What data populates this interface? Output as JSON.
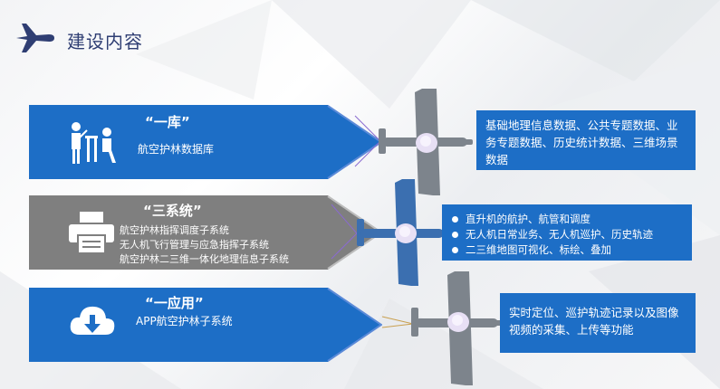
{
  "page": {
    "title": "建设内容"
  },
  "colors": {
    "blue": "#1d6ec6",
    "gray": "#7f7f7f",
    "navy": "#2f3e73",
    "plane": "#7d848c"
  },
  "cards": [
    {
      "title": "“一库”",
      "lines": [
        "航空护林数据库"
      ],
      "icon": "meeting-icon"
    },
    {
      "title": "“三系统”",
      "lines": [
        "航空护林指挥调度子系统",
        "无人机飞行管理与应急指挥子系统",
        "航空护林二三维一体化地理信息子系统"
      ],
      "icon": "printer-icon"
    },
    {
      "title": "“一应用”",
      "lines": [
        "APP航空护林子系统"
      ],
      "icon": "cloud-download-icon"
    }
  ],
  "info": {
    "library": "基础地理信息数据、公共专题数据、业务专题数据、历史统计数据、三维场景数据",
    "systems": [
      "直升机的航护、航管和调度",
      "无人机日常业务、无人机巡护、历史轨迹",
      "二三维地图可视化、标绘、叠加"
    ],
    "app": "实时定位、巡护轨迹记录以及图像视频的采集、上传等功能"
  }
}
